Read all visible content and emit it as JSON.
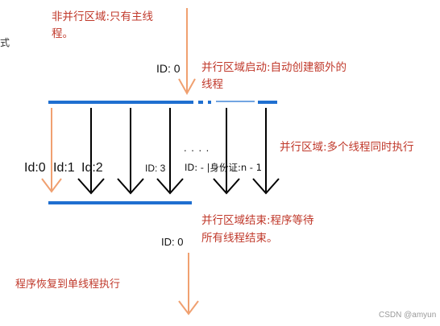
{
  "labels": {
    "non_parallel_1": "非并行区域:只有主线",
    "non_parallel_2": "程。",
    "parallel_start_1": "并行区域启动:自动创建额外的",
    "parallel_start_2": "线程",
    "parallel_region": "并行区域:多个线程同时执行",
    "parallel_end_1": "并行区域结束:程序等待",
    "parallel_end_2": "所有线程结束。",
    "resume": "程序恢复到单线程执行"
  },
  "ids": {
    "top_main": "ID: 0",
    "t0": "Id:0",
    "t1": "Id:1",
    "t2": "Id:2",
    "t3": "ID: 3",
    "dots": ". . . .",
    "tn": "ID: - |身份证:n - 1",
    "bottom_main": "ID: 0"
  },
  "left_fragment": "式",
  "watermark": "CSDN @amyun",
  "colors": {
    "main_arrow": "#f0a070",
    "bar": "#1f6fd0",
    "thread": "#000000",
    "label_text": "#c0392b"
  }
}
